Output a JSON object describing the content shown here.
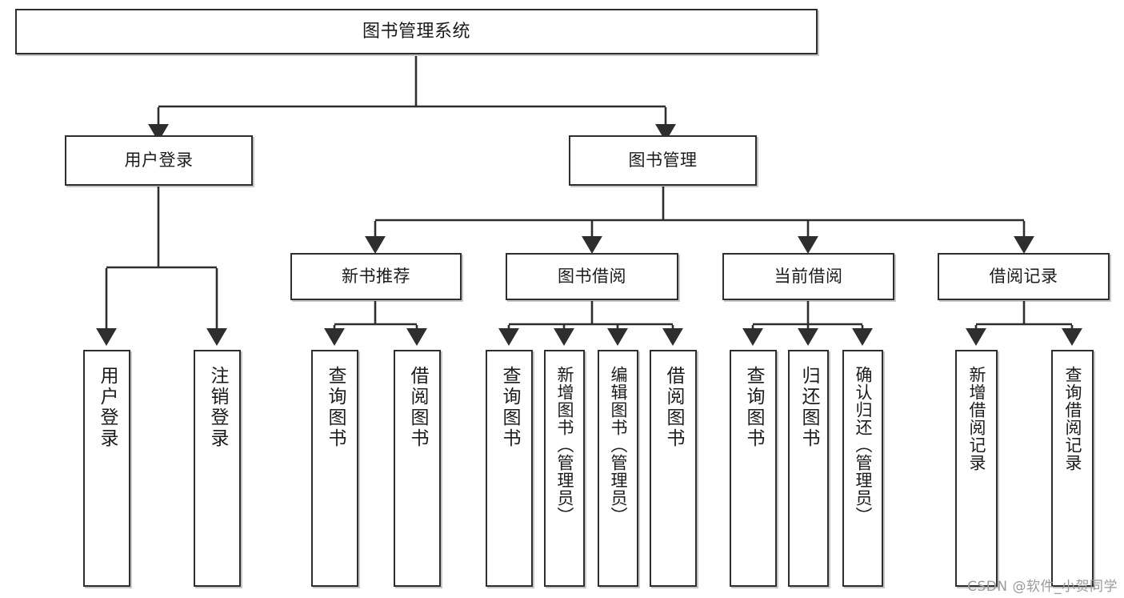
{
  "diagram": {
    "title": "图书管理系统",
    "watermark": "CSDN @软件_小贺同学",
    "colors": {
      "box_border": "#2e2e2e",
      "box_fill": "#ffffff",
      "connector": "#2e2e2e",
      "text": "#1b1b1b",
      "watermark": "#9a9a9a"
    },
    "levels": {
      "root": "图书管理系统",
      "level2": [
        "用户登录",
        "图书管理"
      ],
      "level3": [
        "新书推荐",
        "图书借阅",
        "当前借阅",
        "借阅记录"
      ]
    },
    "nodes": {
      "root": {
        "label": "图书管理系统"
      },
      "user_login": {
        "label": "用户登录"
      },
      "book_manage": {
        "label": "图书管理"
      },
      "new_book_rec": {
        "label": "新书推荐"
      },
      "book_borrow": {
        "label": "图书借阅"
      },
      "current_borrow": {
        "label": "当前借阅"
      },
      "borrow_record": {
        "label": "借阅记录"
      },
      "leaf_user_login": {
        "label": "用户登录"
      },
      "leaf_user_logout": {
        "label": "注销登录"
      },
      "leaf_query_book_1": {
        "label": "查询图书"
      },
      "leaf_borrow_book_1": {
        "label": "借阅图书"
      },
      "leaf_query_book_2": {
        "label": "查询图书"
      },
      "leaf_add_book_admin": {
        "label": "新增图书（管理员）"
      },
      "leaf_edit_book_admin": {
        "label": "编辑图书（管理员）"
      },
      "leaf_borrow_book_2": {
        "label": "借阅图书"
      },
      "leaf_query_book_3": {
        "label": "查询图书"
      },
      "leaf_return_book": {
        "label": "归还图书"
      },
      "leaf_confirm_return_admin": {
        "label": "确认归还（管理员）"
      },
      "leaf_add_borrow_record": {
        "label": "新增借阅记录"
      },
      "leaf_query_borrow_record": {
        "label": "查询借阅记录"
      }
    },
    "edges": [
      {
        "from": "root",
        "to": "user_login"
      },
      {
        "from": "root",
        "to": "book_manage"
      },
      {
        "from": "user_login",
        "to": "leaf_user_login"
      },
      {
        "from": "user_login",
        "to": "leaf_user_logout"
      },
      {
        "from": "book_manage",
        "to": "new_book_rec"
      },
      {
        "from": "book_manage",
        "to": "book_borrow"
      },
      {
        "from": "book_manage",
        "to": "current_borrow"
      },
      {
        "from": "book_manage",
        "to": "borrow_record"
      },
      {
        "from": "new_book_rec",
        "to": "leaf_query_book_1"
      },
      {
        "from": "new_book_rec",
        "to": "leaf_borrow_book_1"
      },
      {
        "from": "book_borrow",
        "to": "leaf_query_book_2"
      },
      {
        "from": "book_borrow",
        "to": "leaf_add_book_admin"
      },
      {
        "from": "book_borrow",
        "to": "leaf_edit_book_admin"
      },
      {
        "from": "book_borrow",
        "to": "leaf_borrow_book_2"
      },
      {
        "from": "current_borrow",
        "to": "leaf_query_book_3"
      },
      {
        "from": "current_borrow",
        "to": "leaf_return_book"
      },
      {
        "from": "current_borrow",
        "to": "leaf_confirm_return_admin"
      },
      {
        "from": "borrow_record",
        "to": "leaf_add_borrow_record"
      },
      {
        "from": "borrow_record",
        "to": "leaf_query_borrow_record"
      }
    ]
  }
}
